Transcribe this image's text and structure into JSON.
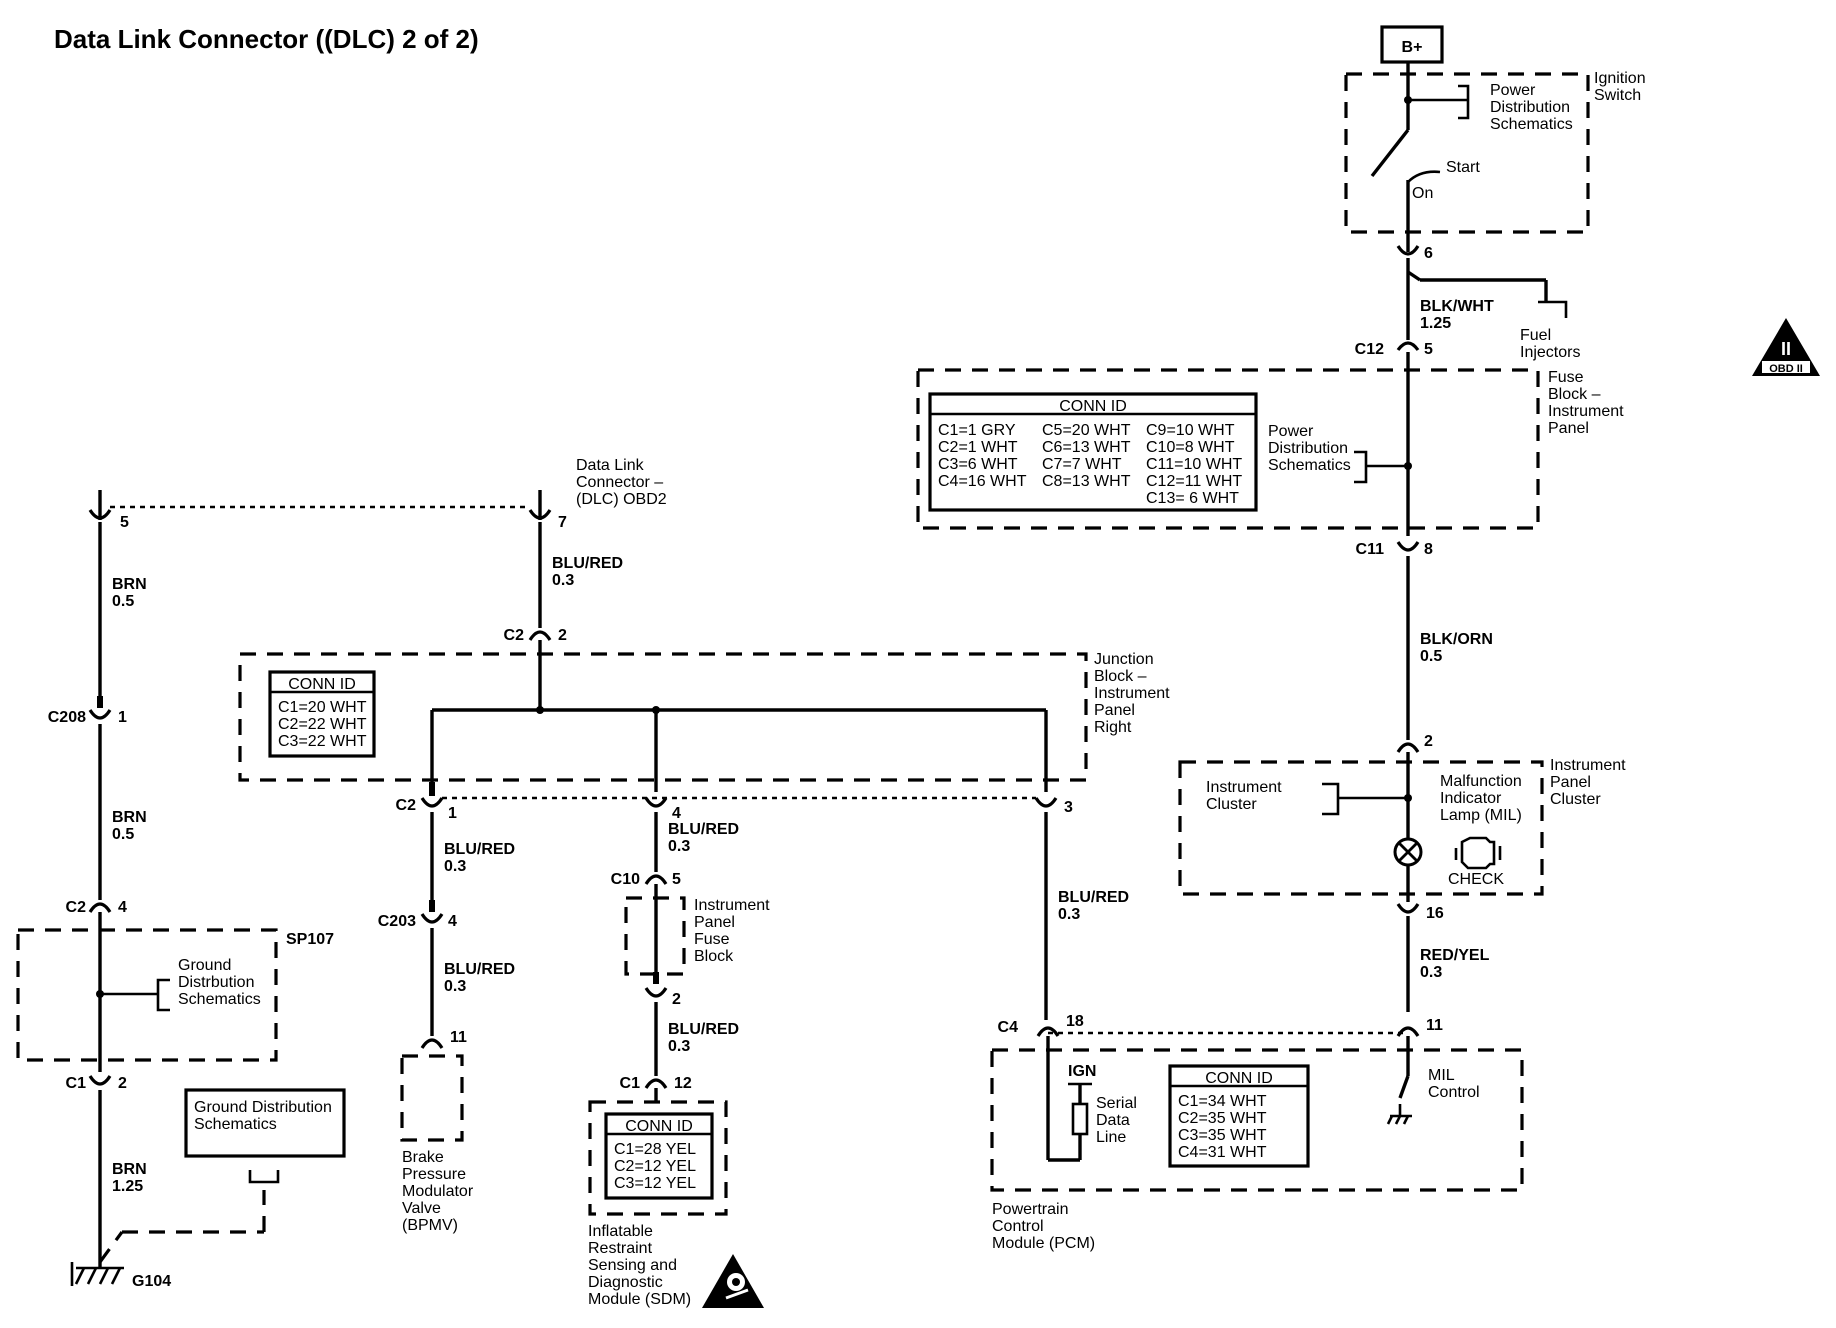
{
  "title": "Data Link Connector ((DLC) 2 of 2)",
  "components": {
    "b_plus": "B+",
    "ignition_switch": {
      "name": [
        "Ignition",
        "Switch"
      ],
      "ref": [
        "Power",
        "Distribution",
        "Schematics"
      ],
      "start": "Start",
      "on": "On",
      "pin": "6"
    },
    "fuel_injectors": [
      "Fuel",
      "Injectors"
    ],
    "obd_badge": {
      "top": "II",
      "bottom": "OBD II"
    },
    "fuse_block": {
      "name": [
        "Fuse",
        "Block –",
        "Instrument",
        "Panel"
      ],
      "ref": [
        "Power",
        "Distribution",
        "Schematics"
      ],
      "conn_id": {
        "header": "CONN ID",
        "col1": [
          "C1=1 GRY",
          "C2=1 WHT",
          "C3=6 WHT",
          "C4=16 WHT"
        ],
        "col2": [
          "C5=20 WHT",
          "C6=13 WHT",
          "C7=7 WHT",
          "C8=13 WHT"
        ],
        "col3": [
          "C9=10 WHT",
          "C10=8 WHT",
          "C11=10 WHT",
          "C12=11 WHT",
          "C13= 6 WHT"
        ]
      },
      "in_conn": "C12",
      "in_pin": "5",
      "out_conn": "C11",
      "out_pin": "8"
    },
    "dlc": {
      "name": [
        "Data Link",
        "Connector –",
        "(DLC) OBD2"
      ],
      "pin_left": "5",
      "pin_right": "7"
    },
    "junction_block": {
      "name": [
        "Junction",
        "Block –",
        "Instrument",
        "Panel",
        "Right"
      ],
      "conn_id": {
        "header": "CONN ID",
        "rows": [
          "C1=20 WHT",
          "C2=22 WHT",
          "C3=22 WHT"
        ]
      },
      "in_conn": "C2",
      "in_pin": "2",
      "out_conn": "C2",
      "pin1": "1",
      "pin4": "4",
      "pin3": "3"
    },
    "instrument_cluster": {
      "name": [
        "Instrument",
        "Panel",
        "Cluster"
      ],
      "ref": [
        "Instrument",
        "Cluster"
      ],
      "mil": [
        "Malfunction",
        "Indicator",
        "Lamp (MIL)"
      ],
      "check": "CHECK",
      "pin_in": "2",
      "pin_out": "16"
    },
    "pcm": {
      "name": [
        "Powertrain",
        "Control",
        "Module (PCM)"
      ],
      "ign": "IGN",
      "serial": [
        "Serial",
        "Data",
        "Line"
      ],
      "mil_control": [
        "MIL",
        "Control"
      ],
      "conn_id": {
        "header": "CONN ID",
        "rows": [
          "C1=34 WHT",
          "C2=35 WHT",
          "C3=35 WHT",
          "C4=31 WHT"
        ]
      },
      "conn": "C4",
      "pin18": "18",
      "pin11": "11"
    },
    "sp107": {
      "name": "SP107",
      "ref": [
        "Ground",
        "Distrbution",
        "Schematics"
      ]
    },
    "ground_ref": [
      "Ground Distribution",
      "Schematics"
    ],
    "g104": "G104",
    "bpmv": {
      "name": [
        "Brake",
        "Pressure",
        "Modulator",
        "Valve",
        "(BPMV)"
      ],
      "pin": "11"
    },
    "ip_fuse_block": {
      "name": [
        "Instrument",
        "Panel",
        "Fuse",
        "Block"
      ],
      "conn": "C10",
      "pin_in": "5",
      "pin_out": "2"
    },
    "sdm": {
      "name": [
        "Inflatable",
        "Restraint",
        "Sensing and",
        "Diagnostic",
        "Module (SDM)"
      ],
      "conn_id": {
        "header": "CONN ID",
        "rows": [
          "C1=28 YEL",
          "C2=12 YEL",
          "C3=12 YEL"
        ]
      },
      "conn": "C1",
      "pin": "12"
    }
  },
  "connectors": {
    "c208": {
      "name": "C208",
      "pin": "1"
    },
    "c2_left": {
      "name": "C2",
      "pin": "4"
    },
    "c1_left": {
      "name": "C1",
      "pin": "2"
    },
    "c203": {
      "name": "C203",
      "pin": "4"
    }
  },
  "wires": {
    "blk_wht": [
      "BLK/WHT",
      "1.25"
    ],
    "blk_orn": [
      "BLK/ORN",
      "0.5"
    ],
    "red_yel": [
      "RED/YEL",
      "0.3"
    ],
    "brn_top": [
      "BRN",
      "0.5"
    ],
    "brn_mid": [
      "BRN",
      "0.5"
    ],
    "brn_bot": [
      "BRN",
      "1.25"
    ],
    "blu_red_dlc": [
      "BLU/RED",
      "0.3"
    ],
    "blu_red_c2_1": [
      "BLU/RED",
      "0.3"
    ],
    "blu_red_c203": [
      "BLU/RED",
      "0.3"
    ],
    "blu_red_c2_4": [
      "BLU/RED",
      "0.3"
    ],
    "blu_red_sdm": [
      "BLU/RED",
      "0.3"
    ],
    "blu_red_pcm": [
      "BLU/RED",
      "0.3"
    ]
  }
}
